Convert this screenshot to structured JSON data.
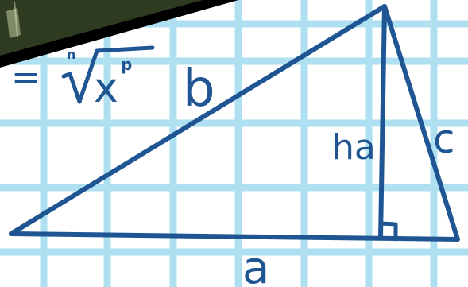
{
  "diagram": {
    "labels": {
      "formula_equals": "=",
      "formula_index": "n",
      "formula_base": "x",
      "formula_exponent": "p",
      "side_b": "b",
      "side_c": "c",
      "side_a": "a",
      "height": "ha"
    },
    "colors": {
      "ink": "#1f5592",
      "grid": "#aee0f1",
      "paper": "#ffffff",
      "chalkboard": "#2f3b21",
      "frame": "#000000"
    }
  }
}
